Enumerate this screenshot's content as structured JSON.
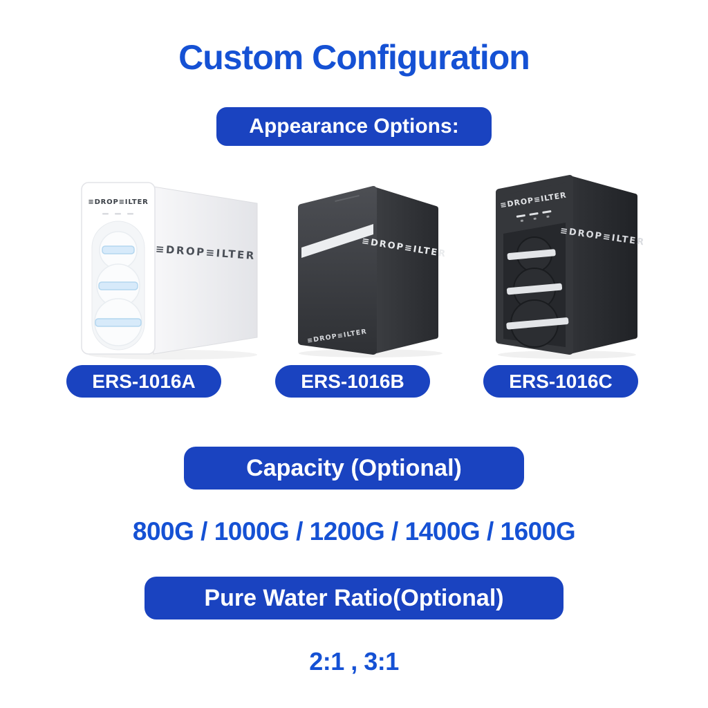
{
  "page": {
    "title": "Custom Configuration"
  },
  "theme": {
    "text_blue": "#1551D4",
    "pill_blue": "#1A43C0",
    "pill_text": "#FFFFFF",
    "background": "#FFFFFF"
  },
  "sections": {
    "appearance": {
      "label": "Appearance Options:"
    },
    "capacity": {
      "label": "Capacity (Optional)",
      "options": "800G / 1000G / 1200G / 1400G / 1600G"
    },
    "ratio": {
      "label": "Pure Water Ratio(Optional)",
      "options": "2:1 , 3:1"
    }
  },
  "products": [
    {
      "model": "ERS-1016A",
      "brand": "≡DROP≡ILTER",
      "finish": "white"
    },
    {
      "model": "ERS-1016B",
      "brand": "≡DROP≡ILTER",
      "finish": "dark gray"
    },
    {
      "model": "ERS-1016C",
      "brand": "≡DROP≡ILTER",
      "finish": "black"
    }
  ]
}
